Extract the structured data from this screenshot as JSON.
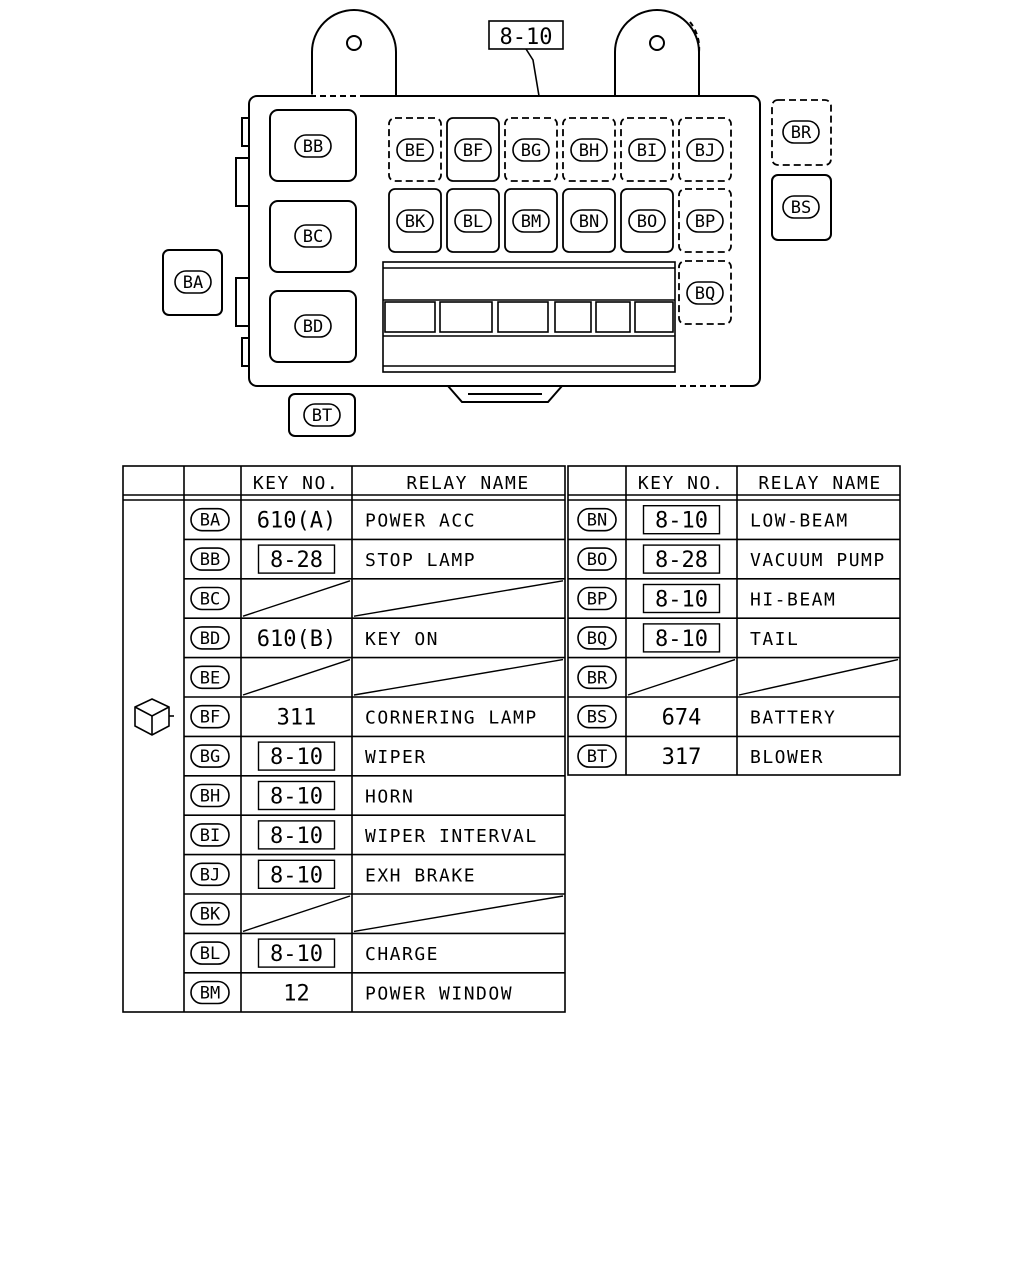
{
  "callout": {
    "key": "8-10"
  },
  "relay_slots": {
    "BA": "BA",
    "BB": "BB",
    "BC": "BC",
    "BD": "BD",
    "BE": "BE",
    "BF": "BF",
    "BG": "BG",
    "BH": "BH",
    "BI": "BI",
    "BJ": "BJ",
    "BK": "BK",
    "BL": "BL",
    "BM": "BM",
    "BN": "BN",
    "BO": "BO",
    "BP": "BP",
    "BQ": "BQ",
    "BR": "BR",
    "BS": "BS",
    "BT": "BT"
  },
  "table": {
    "headers": {
      "key_no": "KEY NO.",
      "relay_name": "RELAY NAME"
    },
    "icon": "relay-cube-icon",
    "left_rows": [
      {
        "code": "BA",
        "key": "610(A)",
        "boxed": false,
        "empty": false,
        "name": "POWER ACC"
      },
      {
        "code": "BB",
        "key": "8-28",
        "boxed": true,
        "empty": false,
        "name": "STOP LAMP"
      },
      {
        "code": "BC",
        "key": "",
        "boxed": false,
        "empty": true,
        "name": ""
      },
      {
        "code": "BD",
        "key": "610(B)",
        "boxed": false,
        "empty": false,
        "name": "KEY ON"
      },
      {
        "code": "BE",
        "key": "",
        "boxed": false,
        "empty": true,
        "name": ""
      },
      {
        "code": "BF",
        "key": "311",
        "boxed": false,
        "empty": false,
        "name": "CORNERING LAMP"
      },
      {
        "code": "BG",
        "key": "8-10",
        "boxed": true,
        "empty": false,
        "name": "WIPER"
      },
      {
        "code": "BH",
        "key": "8-10",
        "boxed": true,
        "empty": false,
        "name": "HORN"
      },
      {
        "code": "BI",
        "key": "8-10",
        "boxed": true,
        "empty": false,
        "name": "WIPER INTERVAL"
      },
      {
        "code": "BJ",
        "key": "8-10",
        "boxed": true,
        "empty": false,
        "name": "EXH BRAKE"
      },
      {
        "code": "BK",
        "key": "",
        "boxed": false,
        "empty": true,
        "name": ""
      },
      {
        "code": "BL",
        "key": "8-10",
        "boxed": true,
        "empty": false,
        "name": "CHARGE"
      },
      {
        "code": "BM",
        "key": "12",
        "boxed": false,
        "empty": false,
        "name": "POWER WINDOW"
      }
    ],
    "right_rows": [
      {
        "code": "BN",
        "key": "8-10",
        "boxed": true,
        "empty": false,
        "name": "LOW-BEAM"
      },
      {
        "code": "BO",
        "key": "8-28",
        "boxed": true,
        "empty": false,
        "name": "VACUUM PUMP"
      },
      {
        "code": "BP",
        "key": "8-10",
        "boxed": true,
        "empty": false,
        "name": "HI-BEAM"
      },
      {
        "code": "BQ",
        "key": "8-10",
        "boxed": true,
        "empty": false,
        "name": "TAIL"
      },
      {
        "code": "BR",
        "key": "",
        "boxed": false,
        "empty": true,
        "name": ""
      },
      {
        "code": "BS",
        "key": "674",
        "boxed": false,
        "empty": false,
        "name": "BATTERY"
      },
      {
        "code": "BT",
        "key": "317",
        "boxed": false,
        "empty": false,
        "name": "BLOWER"
      }
    ]
  }
}
